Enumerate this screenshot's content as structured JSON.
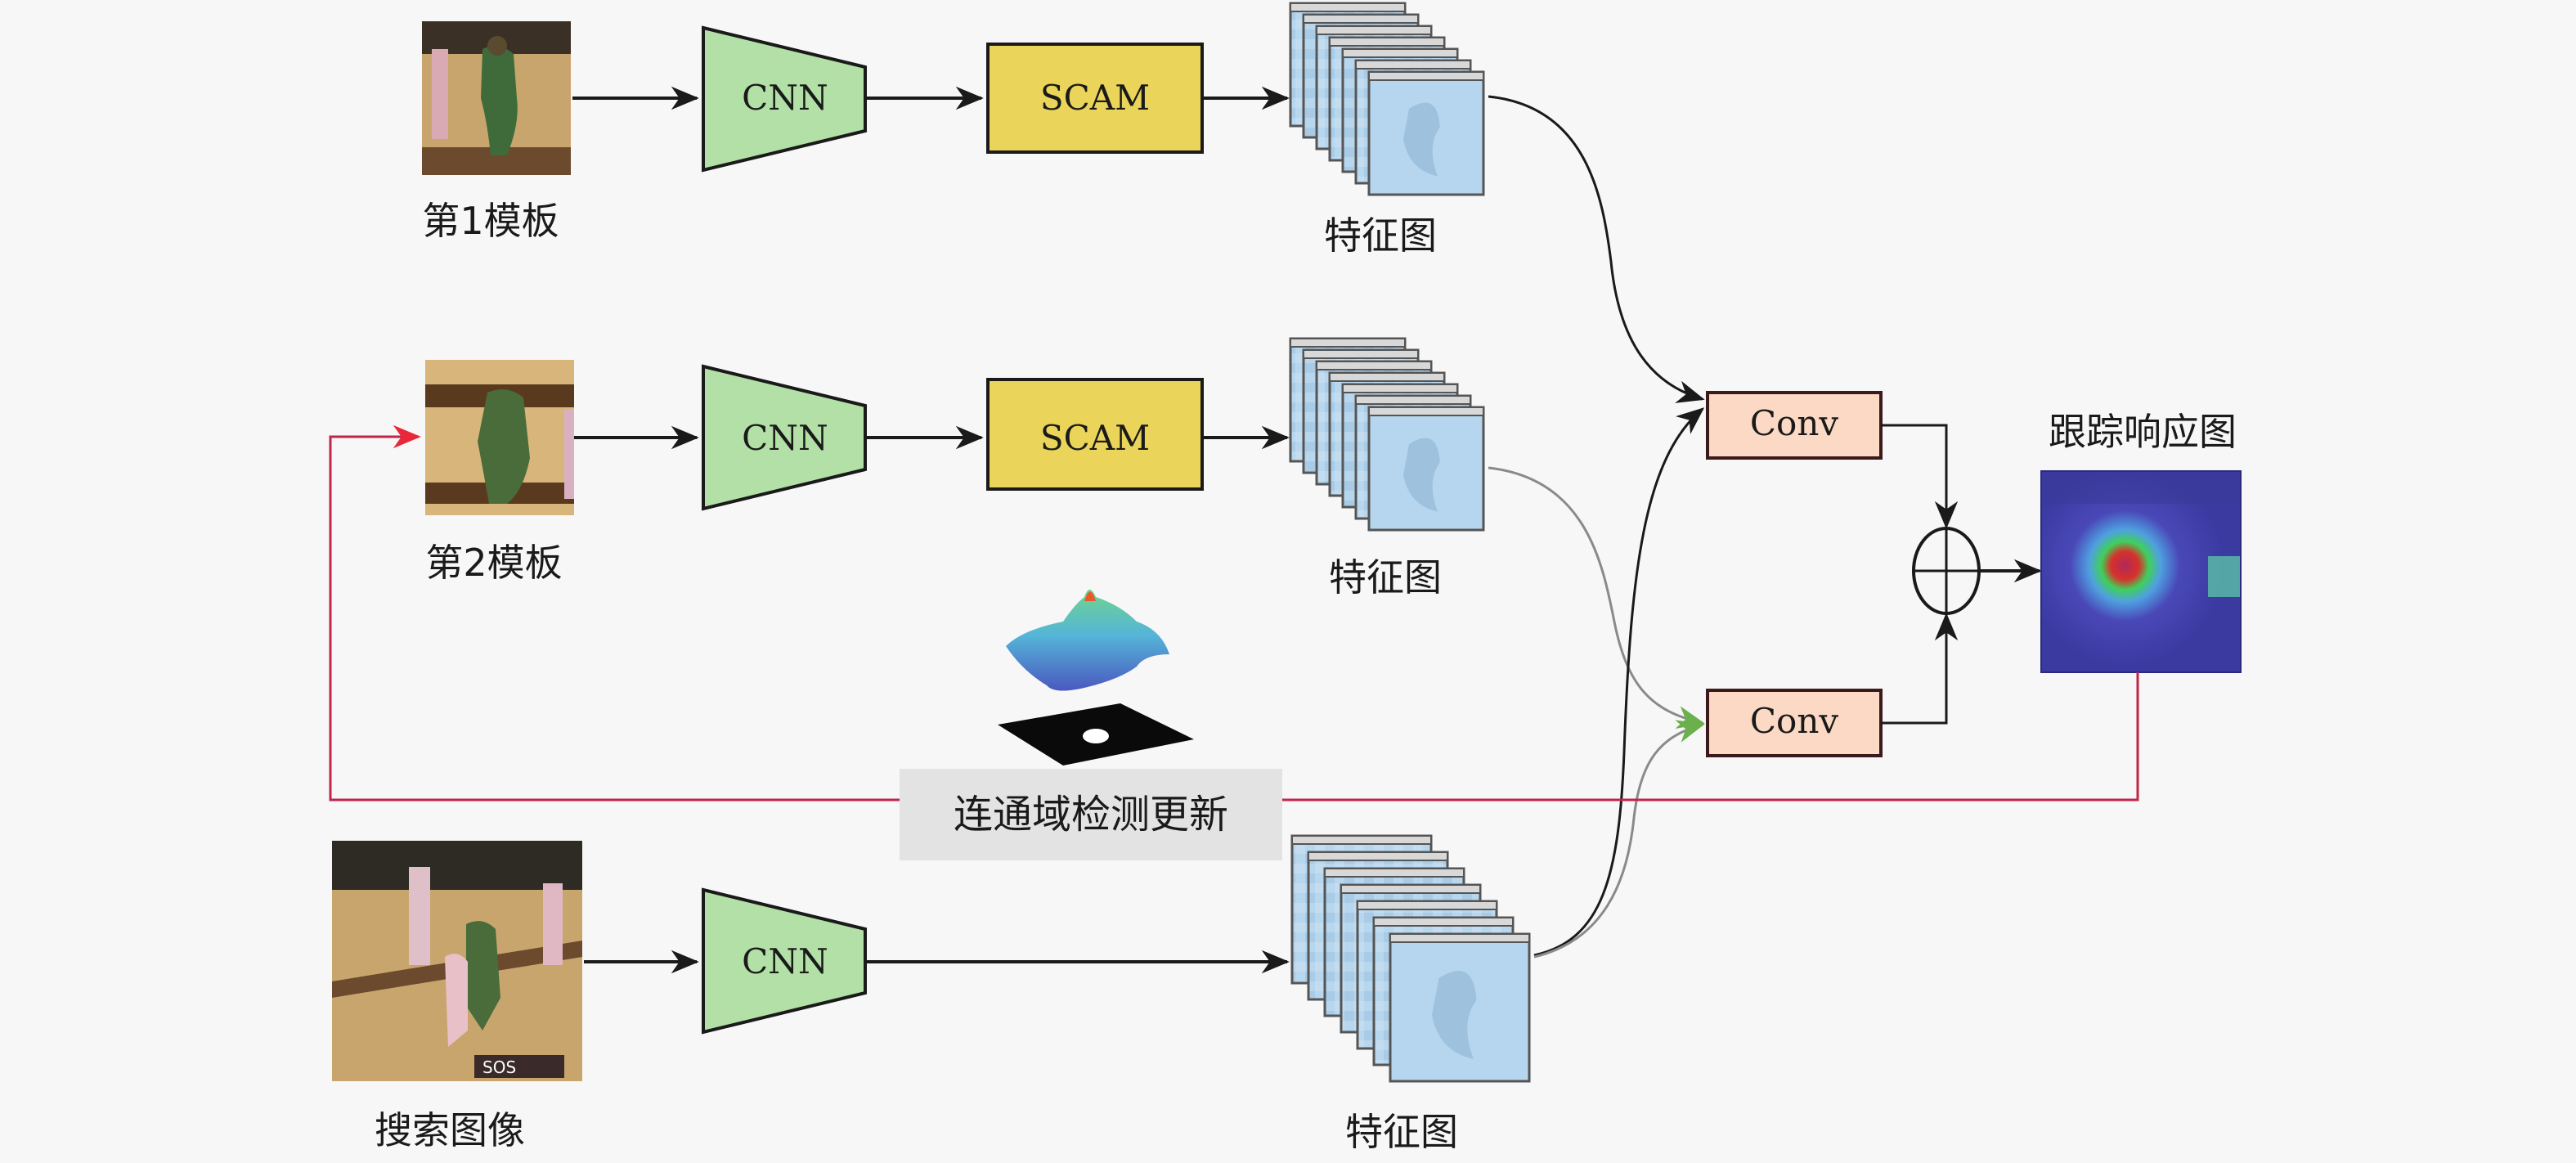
{
  "diagram": {
    "title": "",
    "rows": [
      {
        "id": "template1",
        "input_label": "第1模板",
        "backbone_label": "CNN",
        "attention_label": "SCAM",
        "feature_label": "特征图"
      },
      {
        "id": "template2",
        "input_label": "第2模板",
        "backbone_label": "CNN",
        "attention_label": "SCAM",
        "feature_label": "特征图"
      },
      {
        "id": "search",
        "input_label": "搜索图像",
        "backbone_label": "CNN",
        "feature_label": "特征图"
      }
    ],
    "conv_blocks": [
      {
        "id": "conv-top",
        "label": "Conv"
      },
      {
        "id": "conv-bottom",
        "label": "Conv"
      }
    ],
    "fusion": {
      "operator": "element-wise sum",
      "symbol": "⊕"
    },
    "output": {
      "label": "跟踪响应图"
    },
    "update_module": {
      "label": "连通域检测更新"
    },
    "edges": [
      {
        "from": "template1",
        "to": "CNN"
      },
      {
        "from": "CNN",
        "to": "SCAM"
      },
      {
        "from": "SCAM",
        "to": "特征图"
      },
      {
        "from": "template1-特征图",
        "to": "conv-top",
        "style": "black"
      },
      {
        "from": "template2-特征图",
        "to": "conv-bottom",
        "style": "gray",
        "arrow_color": "green"
      },
      {
        "from": "search-特征图",
        "to": "conv-top",
        "style": "black"
      },
      {
        "from": "search-特征图",
        "to": "conv-bottom",
        "style": "gray",
        "arrow_color": "green"
      },
      {
        "from": "conv-top",
        "to": "sum"
      },
      {
        "from": "conv-bottom",
        "to": "sum"
      },
      {
        "from": "sum",
        "to": "跟踪响应图"
      },
      {
        "from": "跟踪响应图",
        "to": "template2",
        "via": "连通域检测更新",
        "style": "red"
      }
    ]
  },
  "colors": {
    "background": "#f7f7f7",
    "cnn_fill": "#b3e0a6",
    "scam_fill": "#ead45a",
    "conv_fill": "#fcd9c4",
    "update_box_fill": "#e3e3e3",
    "feature_fill": "#b5d6ee",
    "update_line": "#c0254a",
    "green_arrow": "#6ab04c",
    "gray_line": "#888888"
  }
}
